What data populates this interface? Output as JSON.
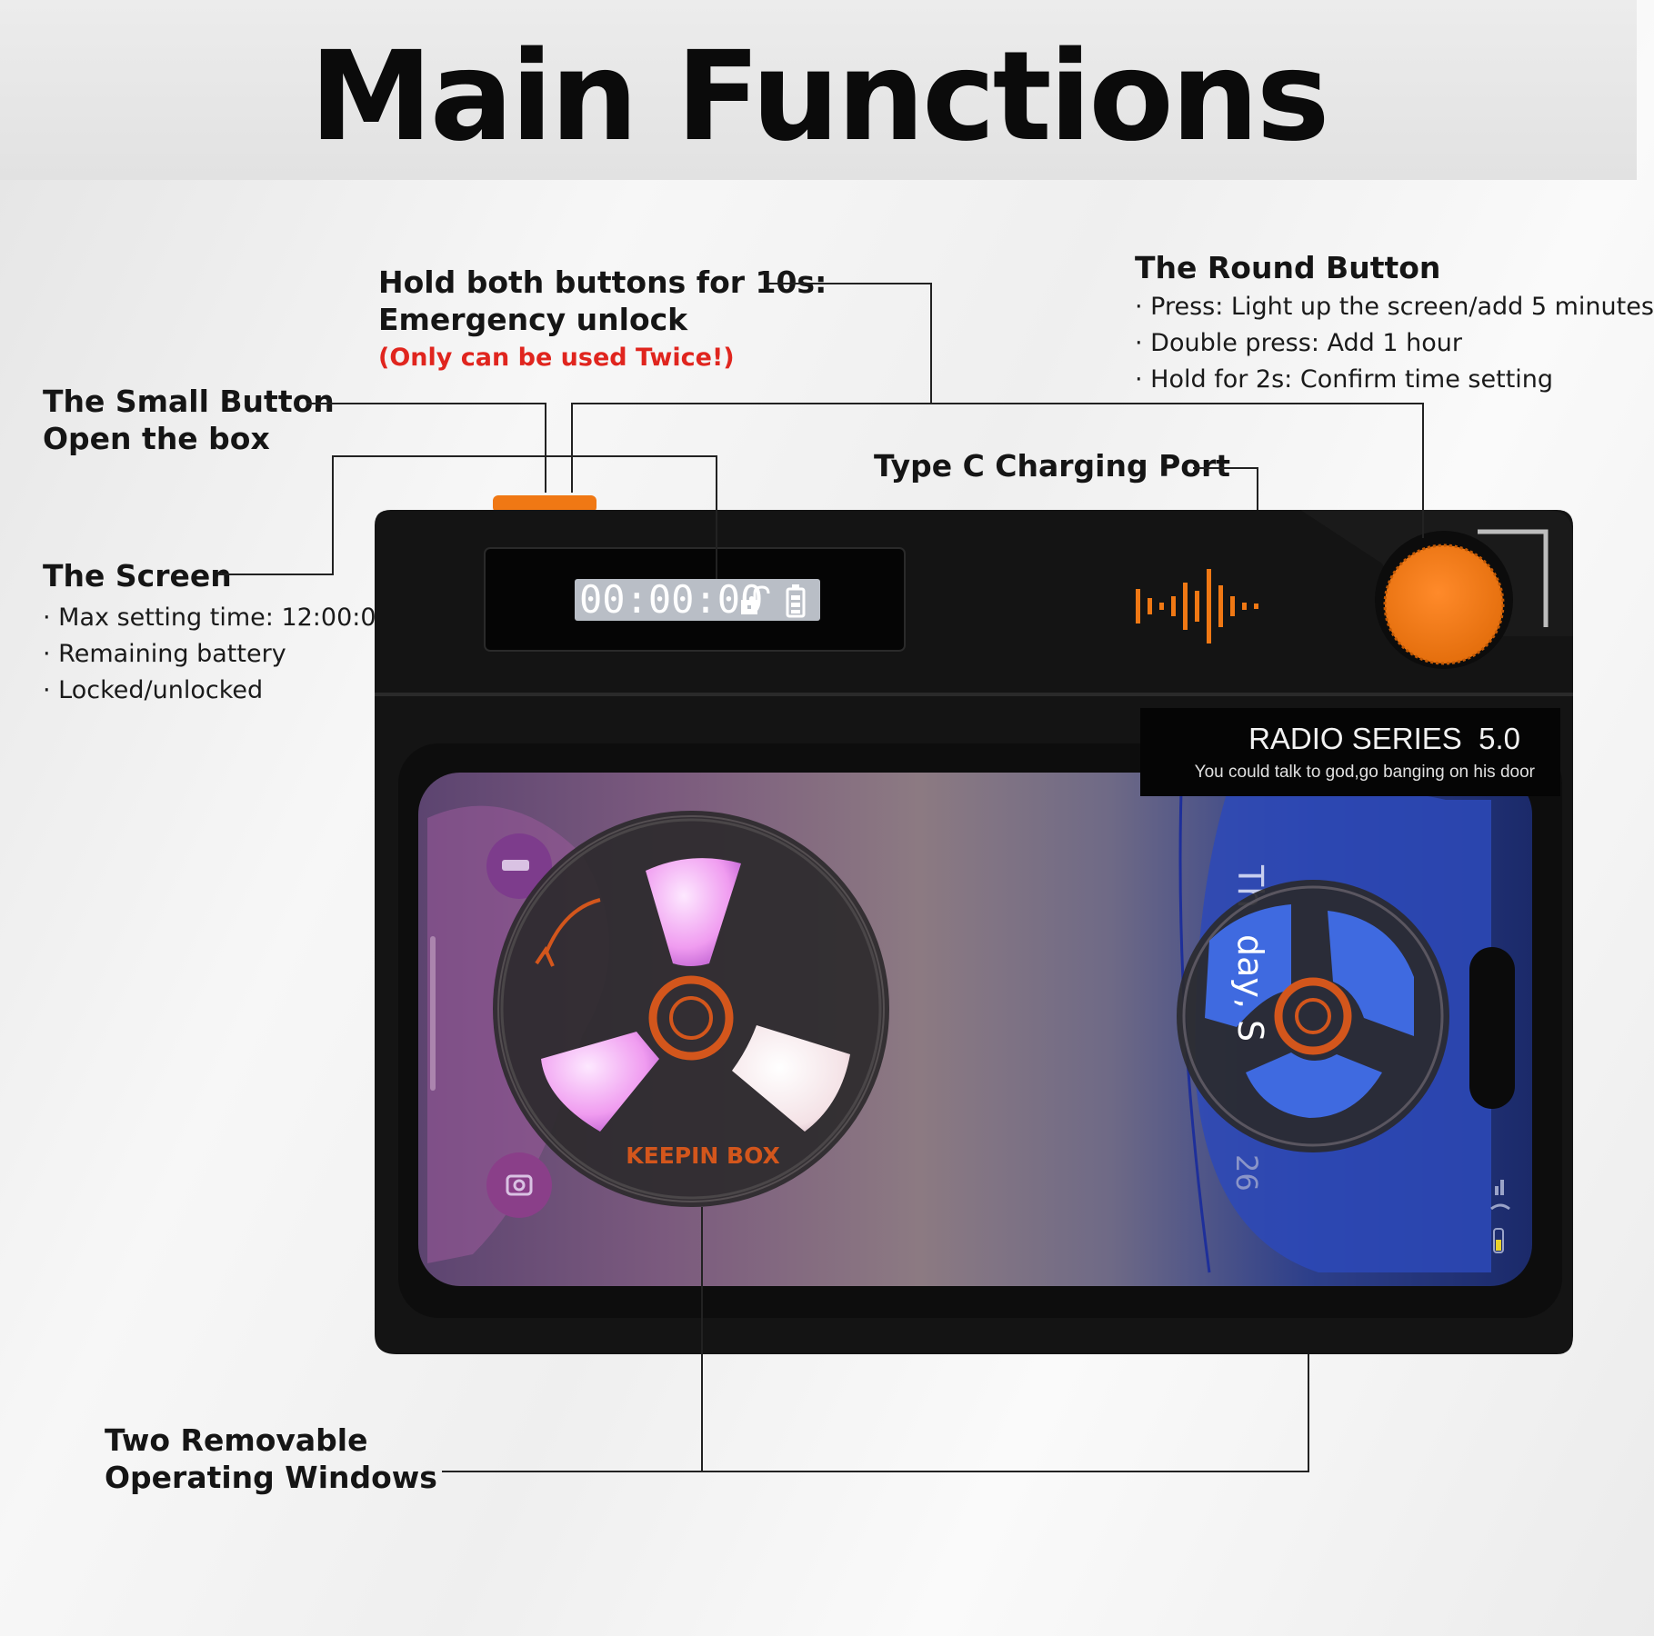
{
  "title": "Main Functions",
  "callouts": {
    "emergency": {
      "line1": "Hold both buttons for 10s:",
      "line2": "Emergency unlock",
      "warning": "(Only can be used Twice!)"
    },
    "small_button": {
      "line1": "The Small Button",
      "line2": "Open the box"
    },
    "round_button": {
      "title": "The Round Button",
      "bullets": [
        "Press: Light up the screen/add 5 minutes",
        "Double press: Add 1 hour",
        "Hold for 2s: Confirm time setting"
      ]
    },
    "charging_port": {
      "label": "Type C Charging Port"
    },
    "screen": {
      "title": "The Screen",
      "bullets": [
        "Max setting time: 12:00:00",
        "Remaining battery",
        "Locked/unlocked"
      ]
    },
    "windows": {
      "line1": "Two Removable",
      "line2": "Operating Windows"
    }
  },
  "device": {
    "timer": "00:00:00",
    "brand_logo": "KEEPIN BOX",
    "badge_title": "RADIO SERIES  5.0",
    "badge_subtitle": "You could talk to god,go banging on his door",
    "phone_text_1": "Th",
    "phone_text_2": "day, S",
    "phone_text_3": "26",
    "accent_color": "#f07814",
    "body_color": "#121212",
    "icons": [
      "lock-open-icon",
      "battery-icon",
      "sound-wave-icon",
      "flashlight-icon",
      "camera-icon",
      "signal-icon"
    ]
  }
}
